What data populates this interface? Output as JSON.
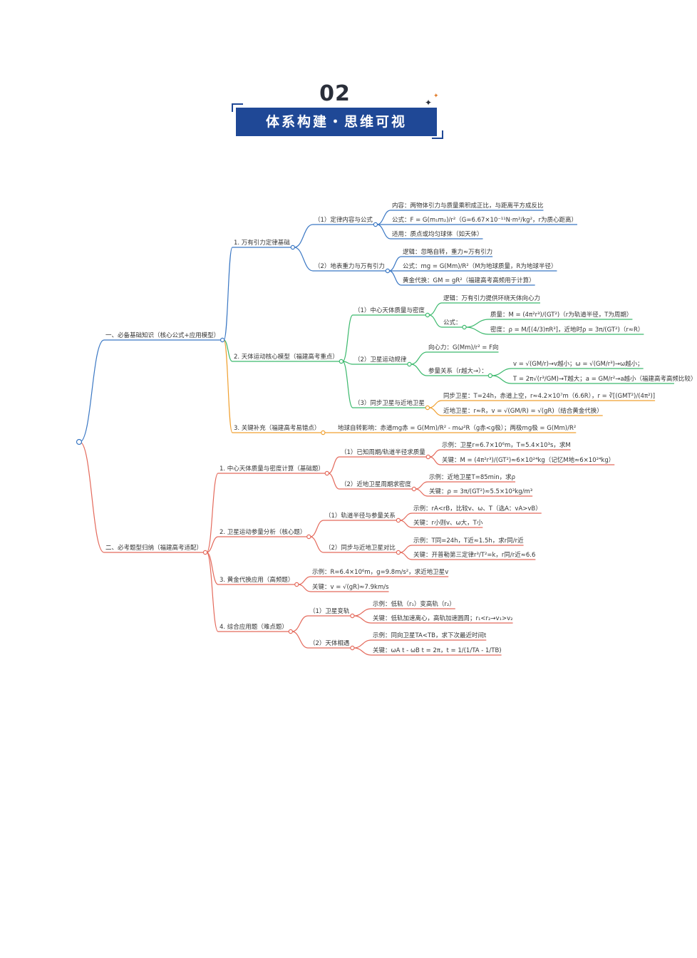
{
  "header": {
    "number": "02",
    "title": "体系构建・思维可视"
  },
  "mindmap": {
    "b1": {
      "label": "一、必备基础知识（核心公式+应用模型）",
      "c1": {
        "label": "1. 万有引力定律基础",
        "a": {
          "label": "（1）定律内容与公式",
          "l1": "内容：两物体引力与质量乘积成正比，与距离平方成反比",
          "l2": "公式：F = G(m₁m₂)/r²（G=6.67×10⁻¹¹N·m²/kg²，r为质心距离）",
          "l3": "适用：质点或均匀球体（如天体）"
        },
        "b": {
          "label": "（2）地表重力与万有引力",
          "l1": "逻辑：忽略自转，重力≈万有引力",
          "l2": "公式：mg = G(Mm)/R²（M为地球质量，R为地球半径）",
          "l3": "黄金代换：GM = gR²（福建高考高频用于计算）"
        }
      },
      "c2": {
        "label": "2. 天体运动核心模型（福建高考重点）",
        "a": {
          "label": "（1）中心天体质量与密度",
          "l1": "逻辑：万有引力提供环绕天体向心力",
          "formula": "公式：",
          "f1": "质量：M = (4π²r³)/(GT²)（r为轨道半径，T为周期）",
          "f2": "密度：ρ = M/[(4/3)πR³]，近地时ρ = 3π/(GT²)（r≈R）"
        },
        "b": {
          "label": "（2）卫星运动规律",
          "l1": "向心力：G(Mm)/r² = F向",
          "params": "参量关系（r越大→）：",
          "p1": "v = √(GM/r)→v越小；ω = √(GM/r³)→ω越小；",
          "p2": "T = 2π√(r³/GM)→T越大；a = GM/r²→a越小（福建高考高频比较）"
        },
        "c": {
          "label": "（3）同步卫星与近地卫星",
          "l1": "同步卫星：T=24h，赤道上空，r≈4.2×10⁷m（6.6R），r = ∛[(GMT²)/(4π²)]",
          "l2": "近地卫星：r≈R，v = √(GM/R) = √(gR)（结合黄金代换）"
        }
      },
      "c3": {
        "label": "3. 关键补充（福建高考易错点）",
        "l1": "地球自转影响：赤道mg赤 = G(Mm)/R² - mω²R（g赤<g极）；两极mg极 = G(Mm)/R²"
      }
    },
    "b2": {
      "label": "二、必考题型归纳（福建高考适配）",
      "c1": {
        "label": "1. 中心天体质量与密度计算（基础题）",
        "a": {
          "label": "（1）已知周期/轨道半径求质量",
          "l1": "示例：卫星r=6.7×10⁶m，T=5.4×10³s，求M",
          "l2": "关键：M = (4π²r³)/(GT²)≈6×10²⁴kg（记忆M地≈6×10²⁴kg）"
        },
        "b": {
          "label": "（2）近地卫星周期求密度",
          "l1": "示例：近地卫星T=85min，求ρ",
          "l2": "关键：ρ = 3π/(GT²)≈5.5×10³kg/m³"
        }
      },
      "c2": {
        "label": "2. 卫星运动参量分析（核心题）",
        "a": {
          "label": "（1）轨道半径与参量关系",
          "l1": "示例：rA<rB，比较v、ω、T（选A：vA>vB）",
          "l2": "关键：r小则v、ω大，T小"
        },
        "b": {
          "label": "（2）同步与近地卫星对比",
          "l1": "示例：T同=24h，T近≈1.5h，求r同/r近",
          "l2": "关键：开普勒第三定律r³/T²=k，r同/r近≈6.6"
        }
      },
      "c3": {
        "label": "3. 黄金代换应用（高频题）",
        "l1": "示例：R=6.4×10⁶m，g=9.8m/s²，求近地卫星v",
        "l2": "关键：v = √(gR)≈7.9km/s"
      },
      "c4": {
        "label": "4. 综合应用题（难点题）",
        "a": {
          "label": "（1）卫星变轨",
          "l1": "示例：低轨（r₁）变高轨（r₂）",
          "l2": "关键：低轨加速离心，高轨加速圆周；r₁<r₂→v₁>v₂"
        },
        "b": {
          "label": "（2）天体相遇",
          "l1": "示例：同向卫星TA<TB，求下次最近时间t",
          "l2": "关键：ωA t - ωB t = 2π，t = 1/(1/TA - 1/TB)"
        }
      }
    }
  },
  "colors": {
    "banner": "#1f4896",
    "branch1": "#3b78c4",
    "branch2": "#e46a5c",
    "green": "#3cb96d",
    "orange": "#f0a030",
    "text": "#333333"
  }
}
